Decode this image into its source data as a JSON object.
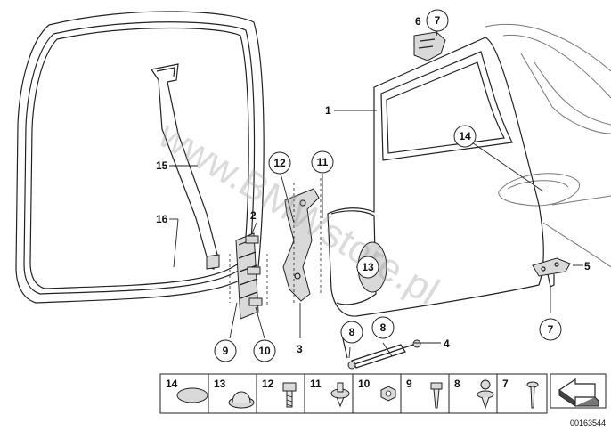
{
  "watermark": "www.BMWstore.pl",
  "diagram_id": "00163544",
  "callouts": [
    {
      "id": "c1",
      "label": "1",
      "circled": false
    },
    {
      "id": "c2",
      "label": "2",
      "circled": false
    },
    {
      "id": "c3",
      "label": "3",
      "circled": false
    },
    {
      "id": "c4",
      "label": "4",
      "circled": false
    },
    {
      "id": "c5",
      "label": "5",
      "circled": false
    },
    {
      "id": "c6",
      "label": "6",
      "circled": false
    },
    {
      "id": "c7a",
      "label": "7",
      "circled": true
    },
    {
      "id": "c7b",
      "label": "7",
      "circled": true
    },
    {
      "id": "c8a",
      "label": "8",
      "circled": true
    },
    {
      "id": "c8b",
      "label": "8",
      "circled": true
    },
    {
      "id": "c9",
      "label": "9",
      "circled": true
    },
    {
      "id": "c10",
      "label": "10",
      "circled": true
    },
    {
      "id": "c11",
      "label": "11",
      "circled": true
    },
    {
      "id": "c12",
      "label": "12",
      "circled": true
    },
    {
      "id": "c13",
      "label": "13",
      "circled": true
    },
    {
      "id": "c14",
      "label": "14",
      "circled": true
    },
    {
      "id": "c15",
      "label": "15",
      "circled": false
    },
    {
      "id": "c16",
      "label": "16",
      "circled": false
    }
  ],
  "parts_strip": [
    "14",
    "13",
    "12",
    "11",
    "10",
    "9",
    "8",
    "7"
  ],
  "icons": [
    "door-seal-icon",
    "door-panel-icon",
    "hinge-icon",
    "gas-strut-icon",
    "clip-icon",
    "grommet-icon",
    "screw-icon",
    "nut-icon",
    "arrow-icon"
  ]
}
